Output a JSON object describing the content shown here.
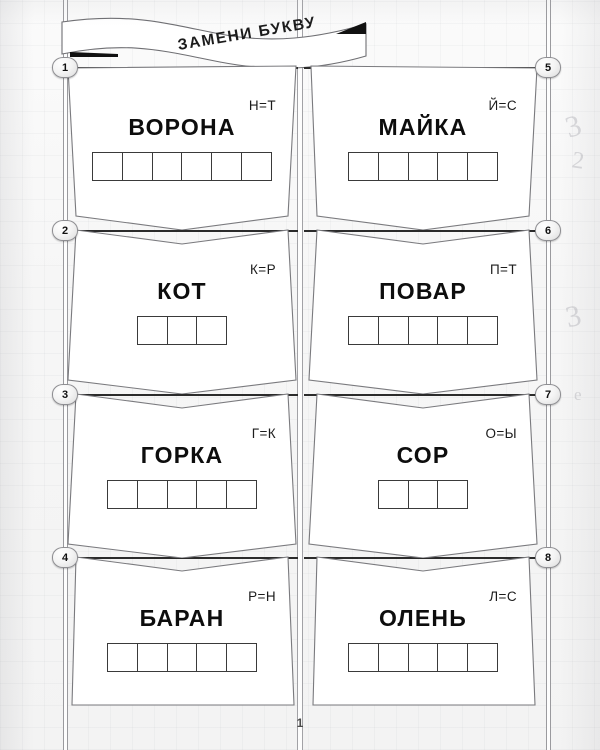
{
  "worksheet": {
    "title": "ЗАМЕНИ БУКВУ",
    "page_number": "1",
    "ink_color": "#0d0d0d",
    "paper_color": "#f6f6f6",
    "rail_color": "#9a9a9e"
  },
  "cards": [
    {
      "number": "1",
      "word": "ВОРОНА",
      "hint": "Н=Т",
      "boxes": 6
    },
    {
      "number": "2",
      "word": "КОТ",
      "hint": "К=Р",
      "boxes": 3
    },
    {
      "number": "3",
      "word": "ГОРКА",
      "hint": "Г=К",
      "boxes": 5
    },
    {
      "number": "4",
      "word": "БАРАН",
      "hint": "Р=Н",
      "boxes": 5
    },
    {
      "number": "5",
      "word": "МАЙКА",
      "hint": "Й=С",
      "boxes": 5
    },
    {
      "number": "6",
      "word": "ПОВАР",
      "hint": "П=Т",
      "boxes": 5
    },
    {
      "number": "7",
      "word": "СОР",
      "hint": "О=Ы",
      "boxes": 3
    },
    {
      "number": "8",
      "word": "ОЛЕНЬ",
      "hint": "Л=С",
      "boxes": 5
    }
  ],
  "badges": {
    "left": [
      "1",
      "2",
      "3",
      "4"
    ],
    "right": [
      "5",
      "6",
      "7",
      "8"
    ]
  },
  "decorations": {
    "doodles": [
      "3",
      "2",
      "3",
      "e"
    ]
  }
}
